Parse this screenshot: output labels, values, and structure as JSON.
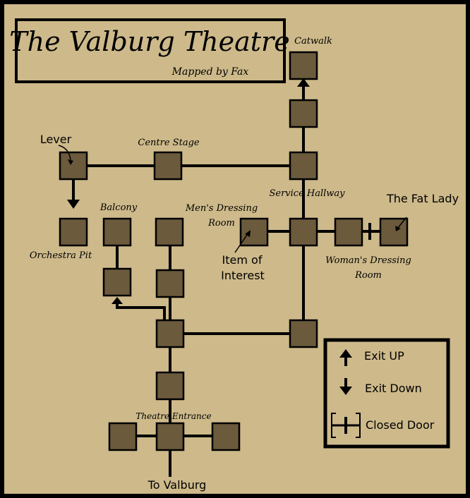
{
  "title": "The Valburg Theatre",
  "subtitle": "Mapped by Fax",
  "labels": {
    "catwalk": "Catwalk",
    "lever": "Lever",
    "centre_stage": "Centre Stage",
    "service_hallway": "Service Hallway",
    "fat_lady": "The Fat Lady",
    "balcony": "Balcony",
    "mens_dressing_1": "Men's Dressing",
    "mens_dressing_2": "Room",
    "orchestra_pit": "Orchestra Pit",
    "item_1": "Item of",
    "item_2": "Interest",
    "womans_dressing_1": "Woman's Dressing",
    "womans_dressing_2": "Room",
    "theatre_entrance": "Theatre Entrance",
    "to_valburg": "To Valburg"
  },
  "legend": {
    "exit_up": "Exit UP",
    "exit_down": "Exit Down",
    "closed_door": "Closed Door"
  },
  "colors": {
    "background": "#cdb98a",
    "room_fill": "#6b5a3c",
    "border": "#000000"
  }
}
